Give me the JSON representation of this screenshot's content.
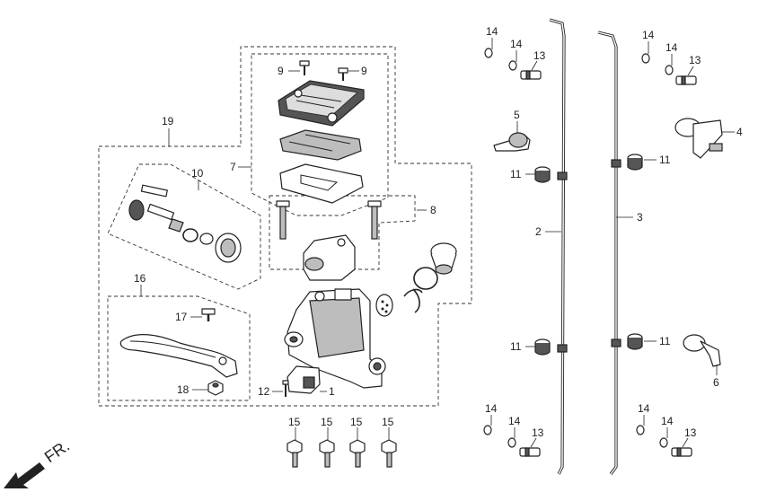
{
  "callouts": {
    "c1": "1",
    "c2": "2",
    "c3": "3",
    "c4": "4",
    "c5": "5",
    "c6": "6",
    "c7": "7",
    "c8": "8",
    "c9a": "9",
    "c9b": "9",
    "c10": "10",
    "c11a": "11",
    "c11b": "11",
    "c11c": "11",
    "c11d": "11",
    "c12": "12",
    "c13a": "13",
    "c13b": "13",
    "c13c": "13",
    "c13d": "13",
    "c14a": "14",
    "c14b": "14",
    "c14c": "14",
    "c14d": "14",
    "c14e": "14",
    "c14f": "14",
    "c14g": "14",
    "c14h": "14",
    "c15a": "15",
    "c15b": "15",
    "c15c": "15",
    "c15d": "15",
    "c16": "16",
    "c17": "17",
    "c18": "18",
    "c19": "19"
  },
  "direction": {
    "label": "FR."
  },
  "colors": {
    "line": "#222222",
    "fill_dark": "#555555",
    "fill_grey": "#bdbdbd"
  }
}
